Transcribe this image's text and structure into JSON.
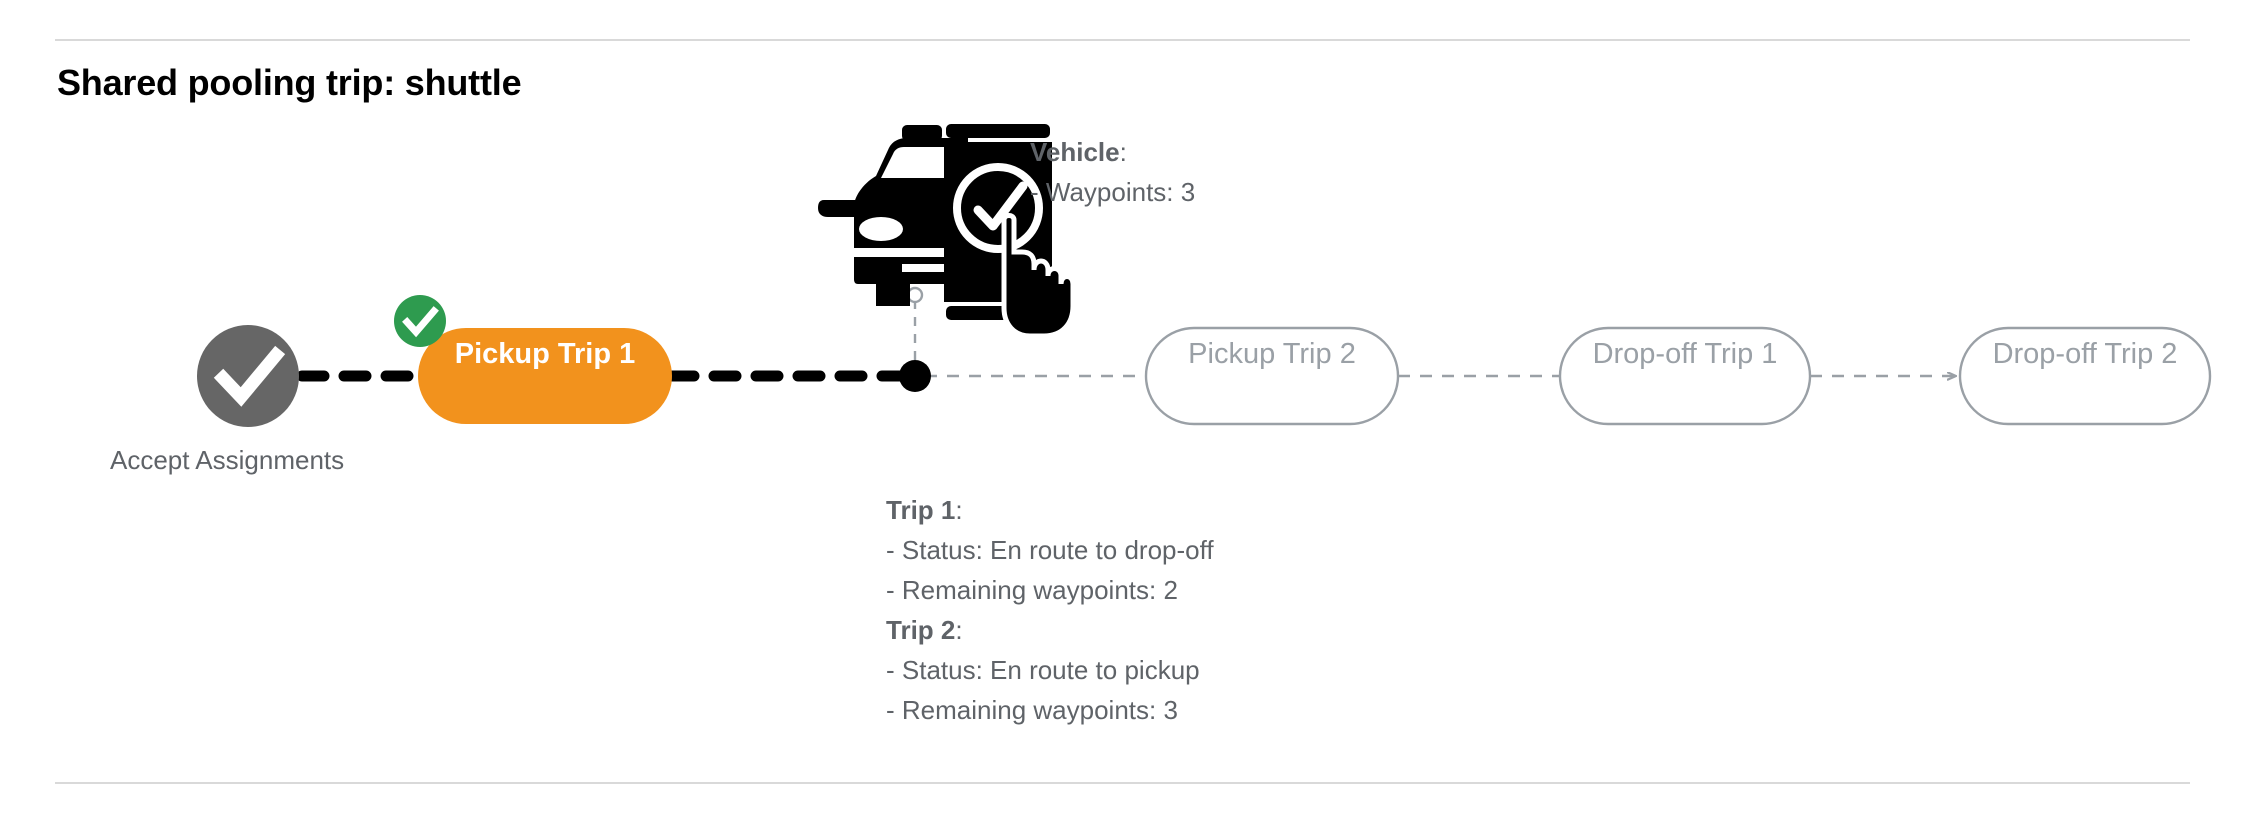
{
  "page": {
    "title": "Shared pooling trip: shuttle",
    "background": "#ffffff",
    "divider_color": "#d9d9d9"
  },
  "colors": {
    "active_pill": "#F2921D",
    "active_pill_text": "#ffffff",
    "inactive_pill_border": "#9aa0a6",
    "inactive_pill_text": "#9aa0a6",
    "completed_node": "#666666",
    "badge_green": "#2E9B4F",
    "text_gray": "#5f6368",
    "completed_path": "#000000",
    "future_path": "#9aa0a6"
  },
  "flow": {
    "start_node": {
      "icon": "check-circle-icon",
      "state": "completed",
      "caption_line1": "Accept",
      "caption_line2": "Assignments"
    },
    "steps": [
      {
        "id": "pickup-trip-1",
        "line1": "Pickup",
        "line2": "Trip 1",
        "state": "active",
        "badge": "check-badge-icon"
      },
      {
        "id": "pickup-trip-2",
        "line1": "Pickup",
        "line2": "Trip 2",
        "state": "upcoming",
        "badge": null
      },
      {
        "id": "dropoff-trip-1",
        "line1": "Drop-off",
        "line2": "Trip 1",
        "state": "upcoming",
        "badge": null
      },
      {
        "id": "dropoff-trip-2",
        "line1": "Drop-off",
        "line2": "Trip 2",
        "state": "upcoming",
        "badge": null
      }
    ],
    "vehicle_marker": {
      "icon": "vehicle-phone-check-icon",
      "position_dot": "current-position-dot"
    }
  },
  "vehicle_info": {
    "heading": "Vehicle",
    "heading_colon": ":",
    "lines": [
      "- Waypoints: 3"
    ]
  },
  "trip_info": {
    "trip1": {
      "heading": "Trip 1",
      "heading_colon": ":",
      "status": "- Status:  En route to drop-off",
      "waypoints": "- Remaining waypoints: 2"
    },
    "trip2": {
      "heading": "Trip 2",
      "heading_colon": ":",
      "status": "- Status:  En route to pickup",
      "waypoints": "- Remaining waypoints: 3"
    }
  }
}
